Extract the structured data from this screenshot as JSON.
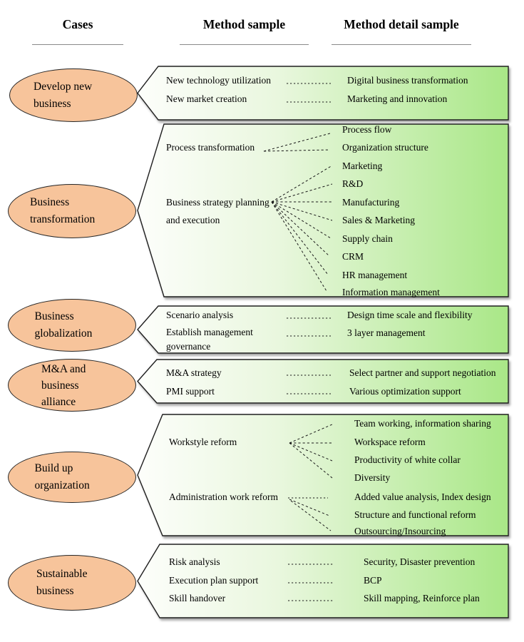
{
  "headers": [
    {
      "label": "Cases"
    },
    {
      "label": "Method sample"
    },
    {
      "label": "Method detail sample"
    }
  ],
  "colors": {
    "ellipse_fill": "#F7C49B",
    "ellipse_border": "#262626",
    "panel_start": "#FDFEFB",
    "panel_mid": "#E9F7DE",
    "panel_end": "#A9E787",
    "panel_border": "#1F1F1F",
    "underline": "#8A8A8A",
    "connector": "#1A1A1A",
    "text": "#000000"
  },
  "sections": [
    {
      "case": "Develop new business",
      "methods": [
        "New technology utilization",
        "New market creation"
      ],
      "details": [
        "Digital business transformation",
        "Marketing and innovation"
      ]
    },
    {
      "case": "Business transformation",
      "methods": [
        "Process transformation",
        "Business strategy planning and execution"
      ],
      "details": [
        "Process flow",
        "Organization structure",
        "Marketing",
        "R&D",
        "Manufacturing",
        "Sales & Marketing",
        "Supply chain",
        "CRM",
        "HR management",
        "Information management"
      ]
    },
    {
      "case": "Business globalization",
      "methods": [
        "Scenario analysis",
        "Establish management governance"
      ],
      "details": [
        "Design time scale and flexibility",
        "3 layer management"
      ]
    },
    {
      "case": "M&A and business alliance",
      "methods": [
        "M&A strategy",
        "PMI support"
      ],
      "details": [
        "Select partner and support negotiation",
        "Various optimization support"
      ]
    },
    {
      "case": "Build up organization",
      "methods": [
        "Workstyle reform",
        "Administration work reform"
      ],
      "details": [
        "Team working, information sharing",
        "Workspace reform",
        "Productivity of white collar",
        "Diversity",
        "Added value analysis, Index design",
        "Structure and functional reform",
        "Outsourcing/Insourcing"
      ]
    },
    {
      "case": "Sustainable business",
      "methods": [
        "Risk analysis",
        "Execution plan support",
        "Skill handover"
      ],
      "details": [
        "Security, Disaster prevention",
        "BCP",
        "Skill mapping, Reinforce plan"
      ]
    }
  ]
}
